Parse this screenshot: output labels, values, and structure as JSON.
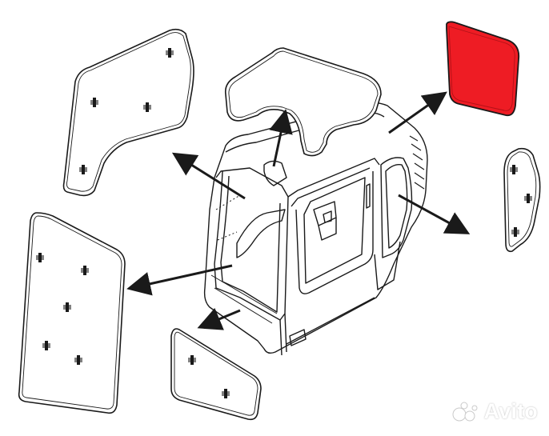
{
  "diagram": {
    "subject": "excavator-cab-glass-parts",
    "highlighted_part": "rear-upper-window",
    "colors": {
      "line": "#1a1a1a",
      "highlight_fill": "#ee1c24",
      "panel_fill": "#ffffff",
      "background": "#ffffff"
    },
    "parts": [
      "left-door-upper-glass",
      "roof-glass",
      "rear-upper-window",
      "right-side-small-window",
      "front-windshield",
      "lower-front-glass"
    ]
  },
  "watermark": {
    "brand": "Avito",
    "icon": "avito-dots-icon"
  }
}
